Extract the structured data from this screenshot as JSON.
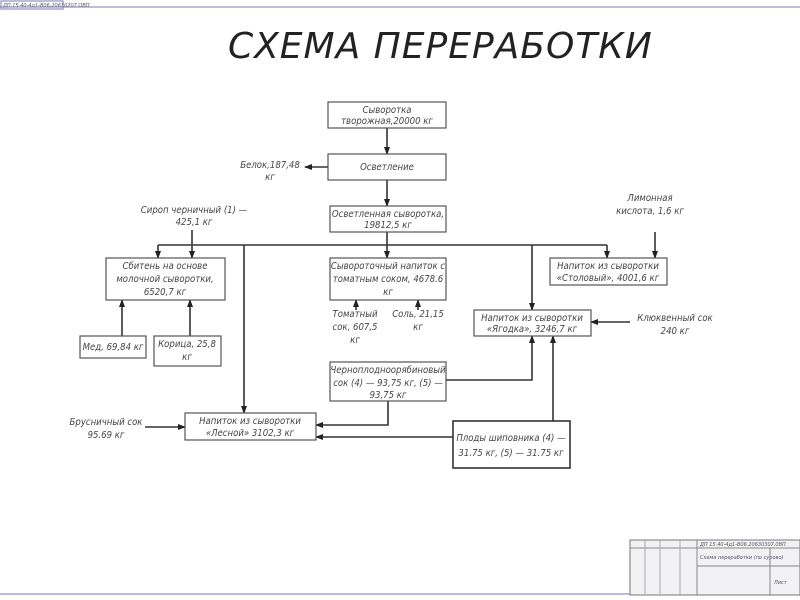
{
  "title": "СХЕМА ПЕРЕРАБОТКИ",
  "corner_stamp": "ДП 15.40-4д1-В06.20630207.ОВП",
  "title_block": {
    "code": "ДП 15.40-4д1-В06.20630307.0ВП",
    "name": "Схема переработки (по сурово)",
    "note": "Лист"
  },
  "nodes": {
    "raw": [
      "Сыворотка",
      "творожная,20000 кг"
    ],
    "clarify": [
      "Осветление"
    ],
    "clarified": [
      "Осветленная сыворотка,",
      "19812,5 кг"
    ],
    "sbiten": [
      "Сбитень на основе",
      "молочной сыворотки,",
      "6520,7 кг"
    ],
    "tomato_drink": [
      "Сывороточный напиток с",
      "томатным соком, 4678.6",
      "кг"
    ],
    "stolovy": [
      "Напиток из сыворотки",
      "«Столовый», 4001,6 кг"
    ],
    "yagodka": [
      "Напиток из сыворотки",
      "«Ягодка», 3246,7 кг"
    ],
    "honey": [
      "Мед, 69,84 кг"
    ],
    "cinnamon": [
      "Корица, 25,8",
      "кг"
    ],
    "chokeberry": [
      "Черноплодноорябиновый",
      "сок (4) — 93,75 кг, (5) —",
      "93,75 кг"
    ],
    "lesnoy": [
      "Напиток из сыворотки",
      "«Лесной» 3102,3  кг"
    ],
    "rosehip": [
      "Плоды шиповника (4) —",
      "31.75 кг, (5) — 31.75 кг"
    ]
  },
  "labels": {
    "protein": [
      "Белок,187,48",
      "кг"
    ],
    "syrup": [
      "Сироп черничный (1) —",
      "425,1 кг"
    ],
    "citric": [
      "Лимонная",
      "кислота, 1,6 кг"
    ],
    "cranberry": [
      "Клюквенный сок",
      "240 кг"
    ],
    "tomato_juice": [
      "Томатный",
      "сок, 607,5",
      "кг"
    ],
    "salt": [
      "Соль, 21,15",
      "кг"
    ],
    "lingonberry": [
      "Брусничный сок",
      "95.69 кг"
    ]
  }
}
